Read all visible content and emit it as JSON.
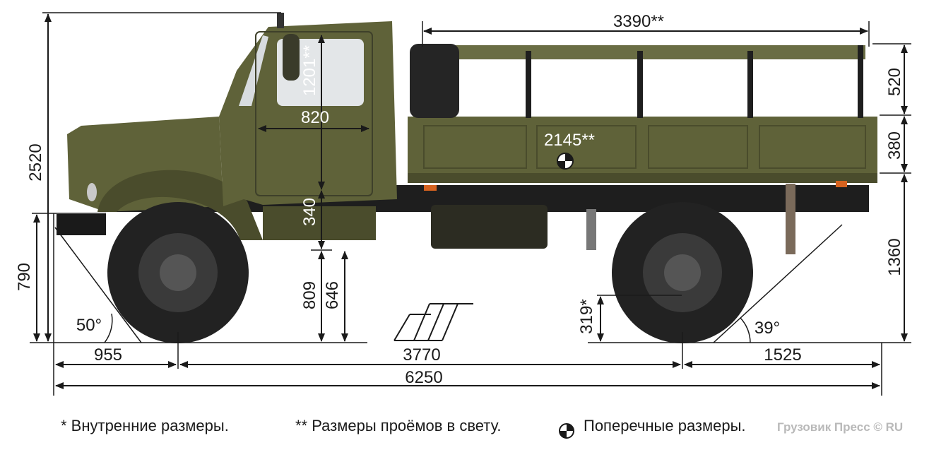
{
  "dimensions": {
    "overall_height": "2520",
    "front_overhang_height": "790",
    "cab_inner_height": "1201**",
    "door_width": "820",
    "step_height": "340",
    "door_sill_height": "809",
    "step_ground_height": "646",
    "body_inner_length": "3390**",
    "side_rack_height": "520",
    "side_board_height": "380",
    "body_inner_width": "2145**",
    "platform_height": "1360",
    "ground_clearance": "319*",
    "approach_angle": "50°",
    "departure_angle": "39°",
    "front_overhang": "955",
    "wheelbase": "3770",
    "rear_overhang": "1525",
    "overall_length": "6250"
  },
  "legend": {
    "internal": "* Внутренние размеры.",
    "openings": "** Размеры проёмов в свету.",
    "transverse": "Поперечные размеры."
  },
  "watermark": "Грузовик Пресс © RU",
  "colors": {
    "truck_body": "#5f6239",
    "truck_body_dark": "#4a4c2c",
    "chassis": "#1e1e1e",
    "tire": "#222222",
    "dimension_line": "#1a1a1a"
  }
}
